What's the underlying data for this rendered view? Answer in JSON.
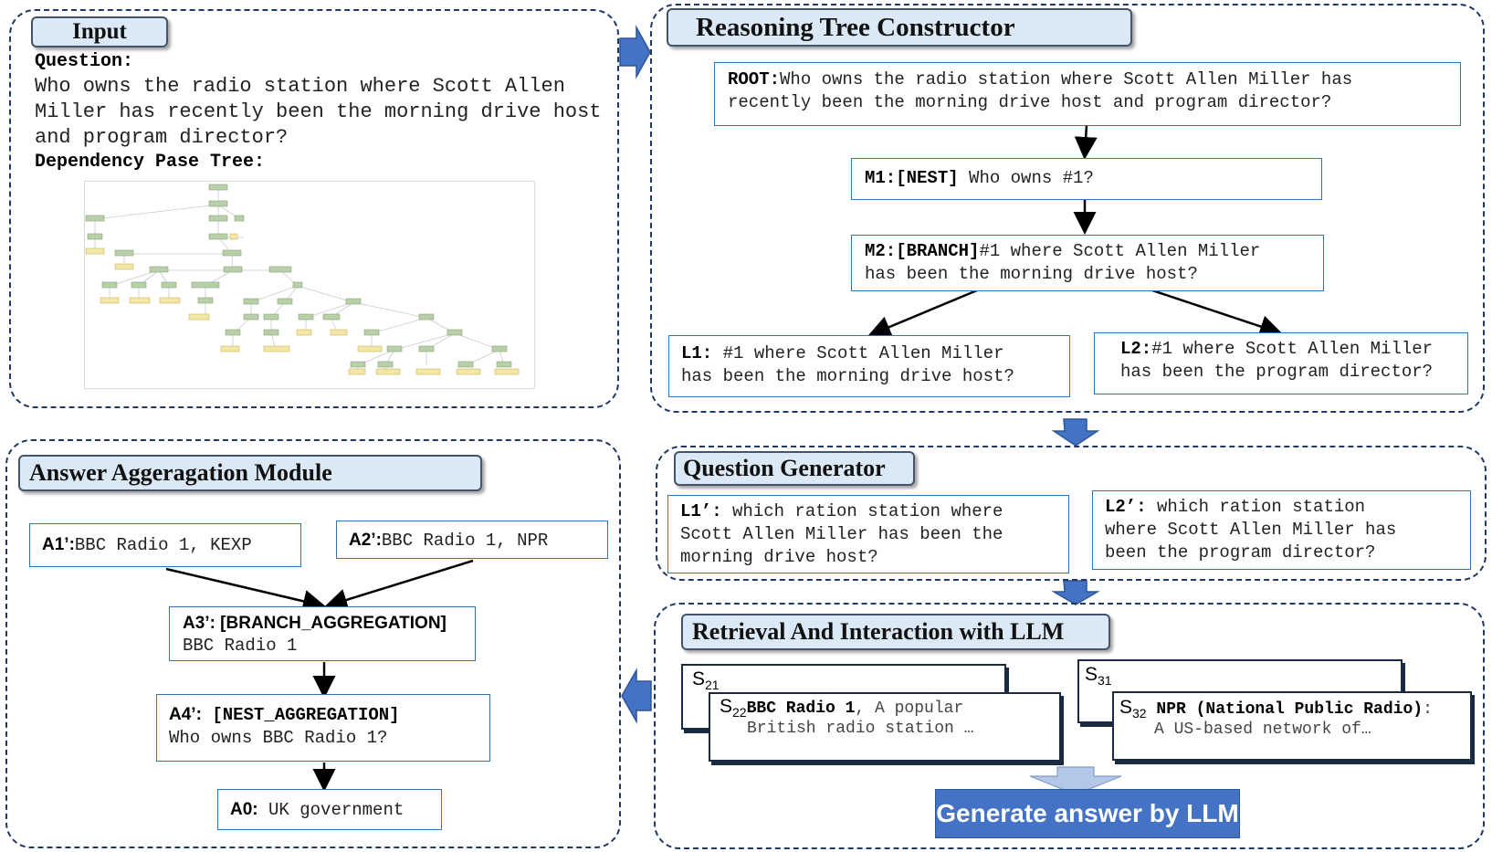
{
  "input": {
    "title": "Input",
    "question_label": "Question:",
    "question_lines": [
      "Who owns the radio station where Scott Allen",
      "Miller has recently been the morning drive host",
      "and program director?"
    ],
    "tree_label": "Dependency Pase Tree:"
  },
  "tree_constructor": {
    "title": "Reasoning Tree Constructor",
    "root": {
      "label": "ROOT:",
      "lines": [
        "Who owns the radio station where Scott Allen Miller has",
        "recently been the morning drive host and program director?"
      ]
    },
    "m1": {
      "label": "M1:",
      "tag": "[NEST]",
      "text": " Who owns #1?"
    },
    "m2": {
      "label": "M2:",
      "tag": "[BRANCH]",
      "lines": [
        "#1 where Scott Allen Miller",
        "has been the morning drive host?"
      ]
    },
    "l1": {
      "label": "L1:",
      "lines": [
        " #1 where Scott Allen Miller",
        "has been the morning drive host?"
      ]
    },
    "l2": {
      "label": "L2:",
      "lines": [
        "#1 where Scott Allen Miller",
        "has been the program director?"
      ]
    }
  },
  "question_generator": {
    "title": "Question Generator",
    "l1p": {
      "label": "L1’:",
      "lines": [
        " which ration station where",
        "Scott Allen Miller has been the",
        "morning drive host?"
      ]
    },
    "l2p": {
      "label": "L2’:",
      "lines": [
        " which ration station",
        "where Scott Allen Miller has",
        "been the program director?"
      ]
    }
  },
  "retrieval": {
    "title": "Retrieval And Interaction with LLM",
    "s21": {
      "label": "S",
      "sub": "21"
    },
    "s22": {
      "label": "S",
      "sub": "22",
      "head": "BBC Radio 1",
      "head_rest": ", A popular",
      "line2": "British radio station …"
    },
    "s31": {
      "label": "S",
      "sub": "31"
    },
    "s32": {
      "label": "S",
      "sub": "32",
      "head": "NPR (National Public Radio)",
      "head_rest": ":",
      "line2": "A US-based network of…"
    },
    "generate_button": "Generate answer by LLM"
  },
  "aggregation": {
    "title": "Answer Aggeragation Module",
    "a1": {
      "label": "A1’:",
      "text": "BBC Radio 1, KEXP"
    },
    "a2": {
      "label": "A2’:",
      "text": "BBC Radio 1,  NPR"
    },
    "a3": {
      "label": "A3’: [BRANCH_AGGREGATION]",
      "text": "BBC Radio 1"
    },
    "a4": {
      "label": "A4’:",
      "tag": "[NEST_AGGREGATION]",
      "text": "Who owns BBC Radio 1?"
    },
    "a0": {
      "label": "A0:",
      "text": "UK government"
    }
  },
  "colors": {
    "accent": "#4472c4",
    "border": "#2e75b6",
    "dashed": "#1f3864",
    "tab_fill": "#dbe8f5"
  }
}
